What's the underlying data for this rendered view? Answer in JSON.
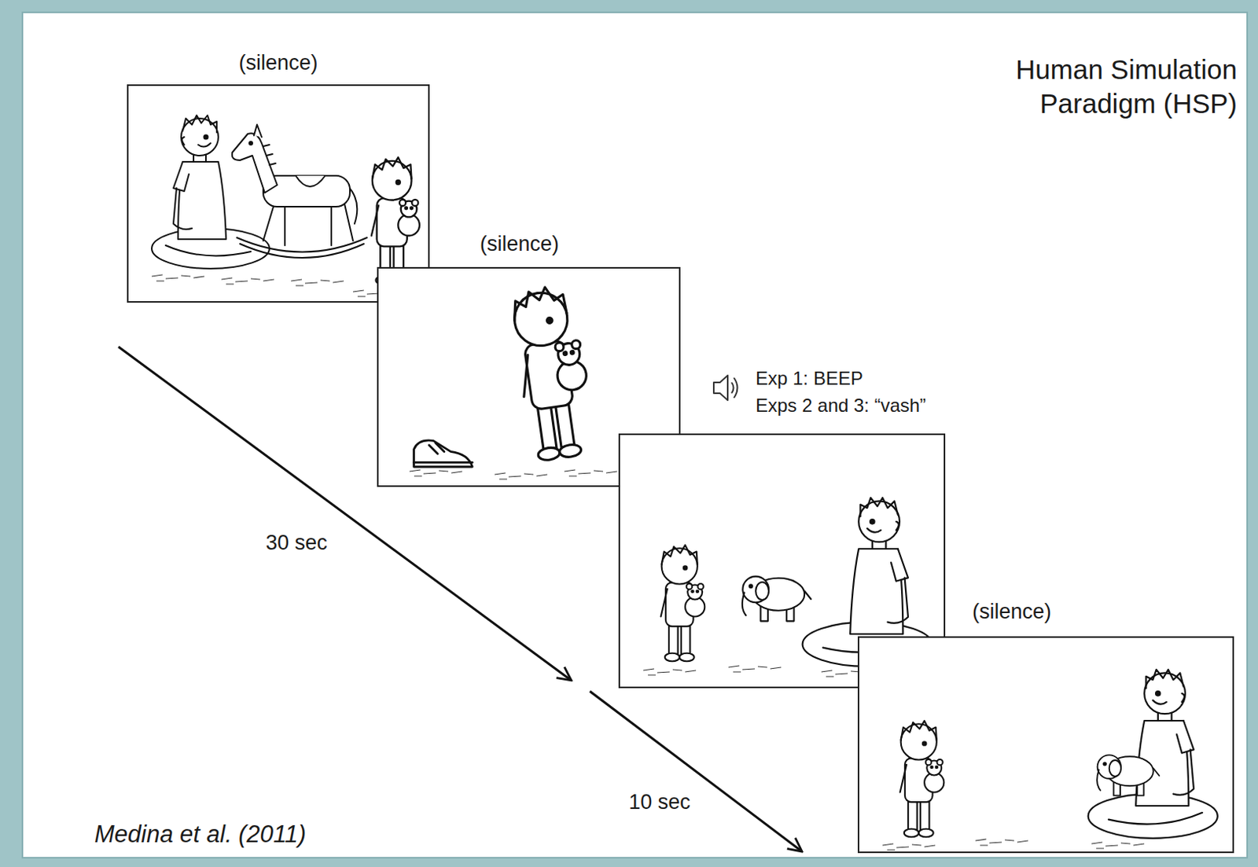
{
  "diagram": {
    "title": "Human Simulation Paradigm (HSP)",
    "caption": "Medina et al. (2011)",
    "nodes": [
      {
        "text": [
          "(silence)"
        ]
      },
      {
        "text": [
          "(silence)"
        ]
      },
      {
        "text": [
          "Exp 1: BEEP",
          "Exps 2 and 3: “vash”"
        ]
      },
      {
        "text": [
          "(silence)"
        ]
      }
    ],
    "labels": [
      "30 sec",
      "10 sec"
    ]
  }
}
